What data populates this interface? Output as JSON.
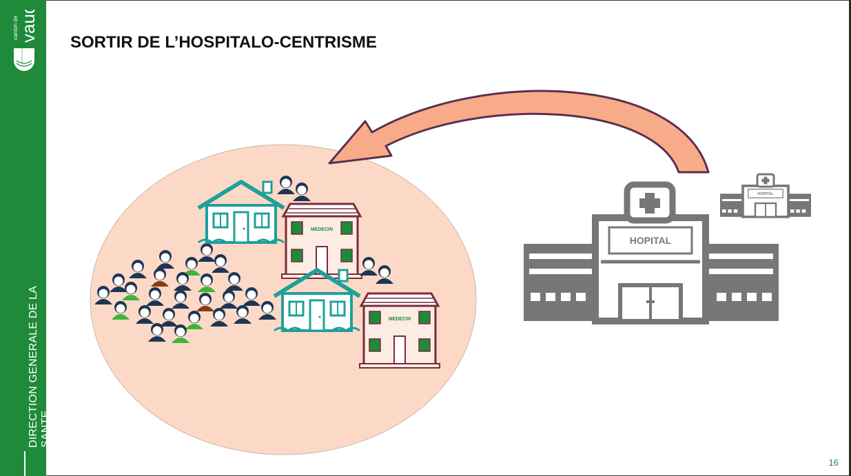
{
  "slide": {
    "title": "SORTIR DE L’HOSPITALO-CENTRISME",
    "page_number": "16"
  },
  "sidebar": {
    "logo_small_text": "canton de",
    "logo_big_text": "vaud",
    "logo_badge_text": "LIBERTÉ ET PATRIE",
    "department_text": "DIRECTION GENERALE DE LA SANTE"
  },
  "illustration": {
    "medecin_label": "MEDECIN",
    "hospital_label": "HOPITAL"
  },
  "colors": {
    "sidebar_green": "#1e8a3a",
    "circle_fill": "#fcd9c6",
    "arrow_fill": "#f8ab88",
    "arrow_outline": "#5b2f4f",
    "house_teal": "#1ea09a",
    "medecin_brown": "#7a2b3a",
    "hospital_gray": "#777777"
  }
}
